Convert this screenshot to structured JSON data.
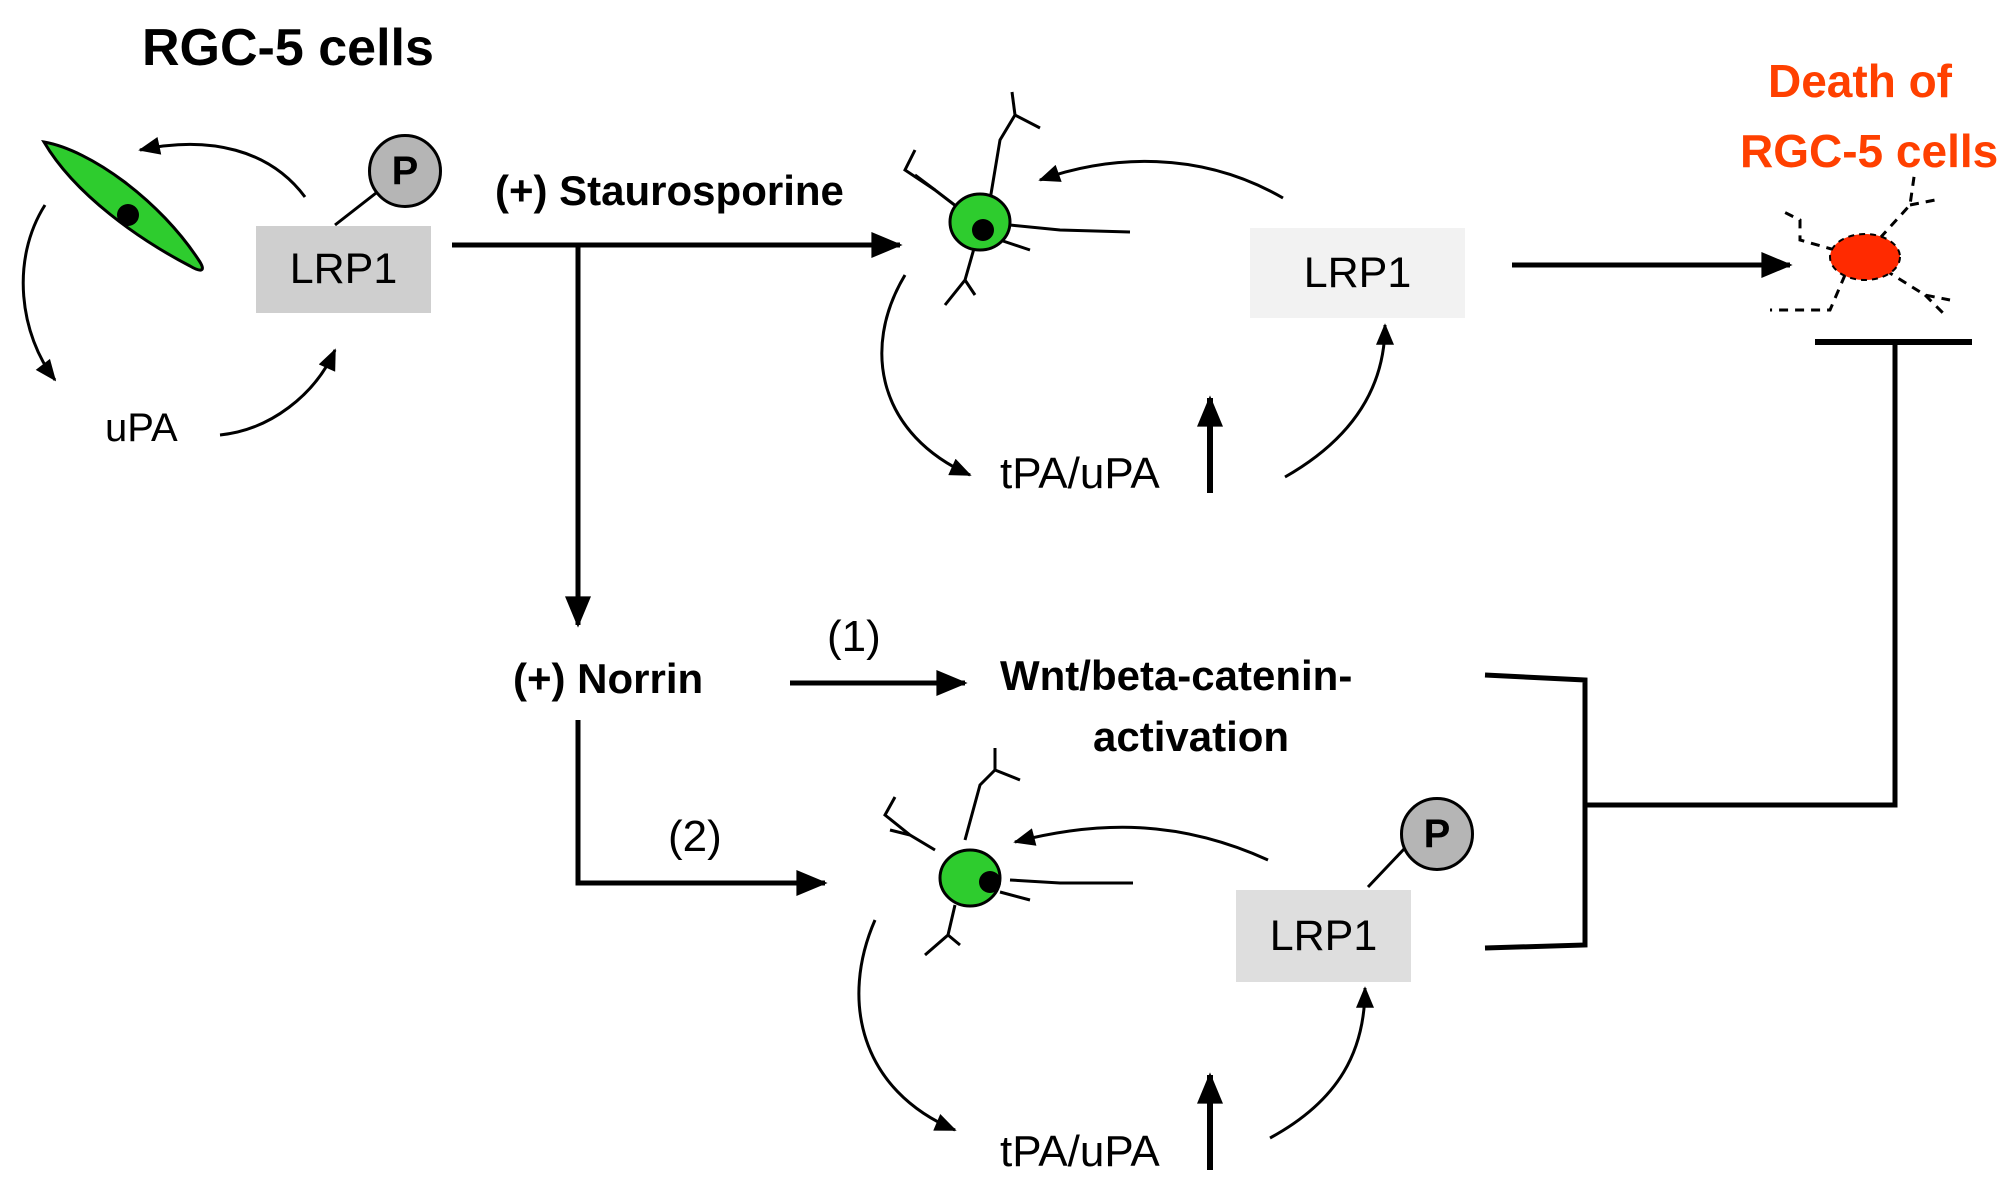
{
  "title": "RGC-5 cells",
  "death_label": {
    "line1": "Death of",
    "line2": "RGC-5 cells",
    "color": "#ff4000"
  },
  "lrp1_label": "LRP1",
  "phospho_label": "P",
  "upa_label": "uPA",
  "tpa_upa_label": "tPA/uPA",
  "staurosporine_label": "(+) Staurosporine",
  "norrin_label": "(+) Norrin",
  "path1_label": "(1)",
  "path2_label": "(2)",
  "wnt_label": {
    "line1": "Wnt/beta-catenin-",
    "line2": "activation"
  },
  "colors": {
    "cell_fill": "#2ecc2e",
    "dead_cell_fill": "#ff2a00",
    "box_dark": "#cfcfcf",
    "box_light": "#f2f2f2",
    "box_mid": "#dedede",
    "phospho_fill": "#b5b5b5"
  }
}
